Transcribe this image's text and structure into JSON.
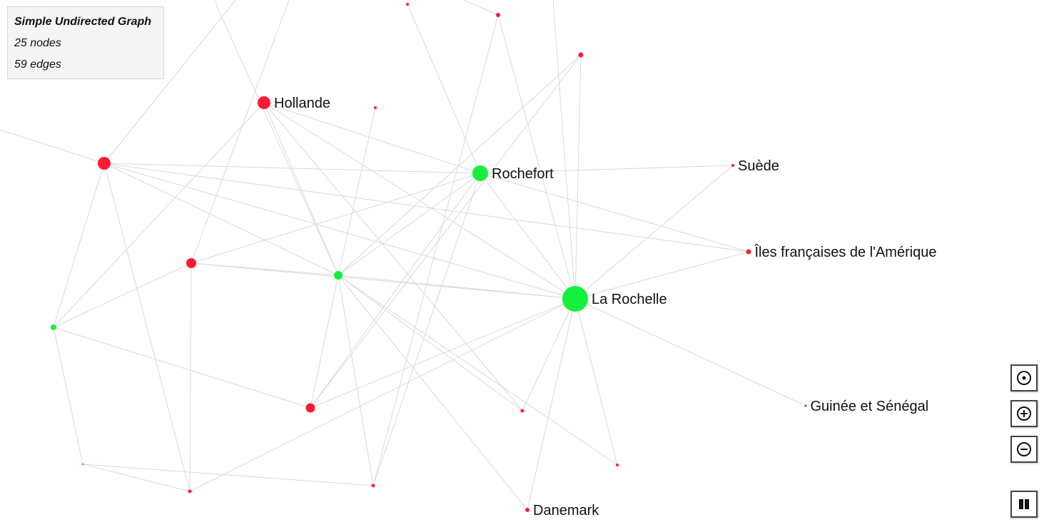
{
  "info": {
    "title": "Simple Undirected Graph",
    "nodes": "25 nodes",
    "edges": "59 edges"
  },
  "colors": {
    "red": "#ff1a33",
    "green": "#14f03c",
    "edge": "#d9d9d9"
  },
  "graph": {
    "nodes": [
      {
        "id": "hollande",
        "label": "Hollande",
        "color": "red"
      },
      {
        "id": "rochefort",
        "label": "Rochefort",
        "color": "green"
      },
      {
        "id": "suede",
        "label": "Suède",
        "color": "red"
      },
      {
        "id": "iles",
        "label": "Îles françaises de l'Amérique",
        "color": "red"
      },
      {
        "id": "larochelle",
        "label": "La Rochelle",
        "color": "green"
      },
      {
        "id": "guinee",
        "label": "Guinée et Sénégal",
        "color": "red"
      },
      {
        "id": "danemark",
        "label": "Danemark",
        "color": "red"
      },
      {
        "id": "n_left",
        "label": "",
        "color": "red"
      },
      {
        "id": "n_mid",
        "label": "",
        "color": "red"
      },
      {
        "id": "n_center",
        "label": "",
        "color": "green"
      },
      {
        "id": "n_gleft",
        "label": "",
        "color": "green"
      },
      {
        "id": "n_lowmid",
        "label": "",
        "color": "red"
      },
      {
        "id": "n_top1",
        "label": "",
        "color": "red"
      },
      {
        "id": "n_top2",
        "label": "",
        "color": "red"
      },
      {
        "id": "n_topr",
        "label": "",
        "color": "red"
      },
      {
        "id": "n_small",
        "label": "",
        "color": "red"
      },
      {
        "id": "n_r1",
        "label": "",
        "color": "red"
      },
      {
        "id": "n_r2",
        "label": "",
        "color": "red"
      },
      {
        "id": "n_b1",
        "label": "",
        "color": "green"
      },
      {
        "id": "n_b2",
        "label": "",
        "color": "red"
      },
      {
        "id": "n_b3",
        "label": "",
        "color": "red"
      }
    ],
    "edges": [
      [
        "n_left",
        "rochefort"
      ],
      [
        "n_left",
        "n_center"
      ],
      [
        "n_left",
        "larochelle"
      ],
      [
        "n_left",
        "n_gleft"
      ],
      [
        "n_left",
        "n_b2"
      ],
      [
        "n_left",
        "iles"
      ],
      [
        "hollande",
        "rochefort"
      ],
      [
        "hollande",
        "n_center"
      ],
      [
        "hollande",
        "larochelle"
      ],
      [
        "hollande",
        "n_gleft"
      ],
      [
        "hollande",
        "n_r1"
      ],
      [
        "rochefort",
        "suede"
      ],
      [
        "rochefort",
        "n_mid"
      ],
      [
        "rochefort",
        "n_center"
      ],
      [
        "rochefort",
        "iles"
      ],
      [
        "rochefort",
        "n_lowmid"
      ],
      [
        "rochefort",
        "n_b3"
      ],
      [
        "rochefort",
        "n_top1"
      ],
      [
        "rochefort",
        "larochelle"
      ],
      [
        "larochelle",
        "suede"
      ],
      [
        "larochelle",
        "iles"
      ],
      [
        "larochelle",
        "guinee"
      ],
      [
        "larochelle",
        "danemark"
      ],
      [
        "larochelle",
        "n_center"
      ],
      [
        "larochelle",
        "n_mid"
      ],
      [
        "larochelle",
        "n_lowmid"
      ],
      [
        "larochelle",
        "n_topr"
      ],
      [
        "larochelle",
        "n_top2"
      ],
      [
        "larochelle",
        "n_r1"
      ],
      [
        "larochelle",
        "n_r2"
      ],
      [
        "larochelle",
        "n_b2"
      ],
      [
        "n_center",
        "n_mid"
      ],
      [
        "n_center",
        "n_lowmid"
      ],
      [
        "n_center",
        "n_small"
      ],
      [
        "n_center",
        "n_topr"
      ],
      [
        "n_center",
        "n_r1"
      ],
      [
        "n_center",
        "n_r2"
      ],
      [
        "n_center",
        "danemark"
      ],
      [
        "n_center",
        "n_b3"
      ],
      [
        "n_mid",
        "n_gleft"
      ],
      [
        "n_mid",
        "n_b2"
      ],
      [
        "n_gleft",
        "n_lowmid"
      ],
      [
        "n_gleft",
        "n_b1"
      ],
      [
        "n_b1",
        "n_b3"
      ],
      [
        "n_b1",
        "n_b2"
      ],
      [
        "n_top2",
        "n_b3"
      ],
      [
        "n_topr",
        "n_lowmid"
      ]
    ]
  }
}
